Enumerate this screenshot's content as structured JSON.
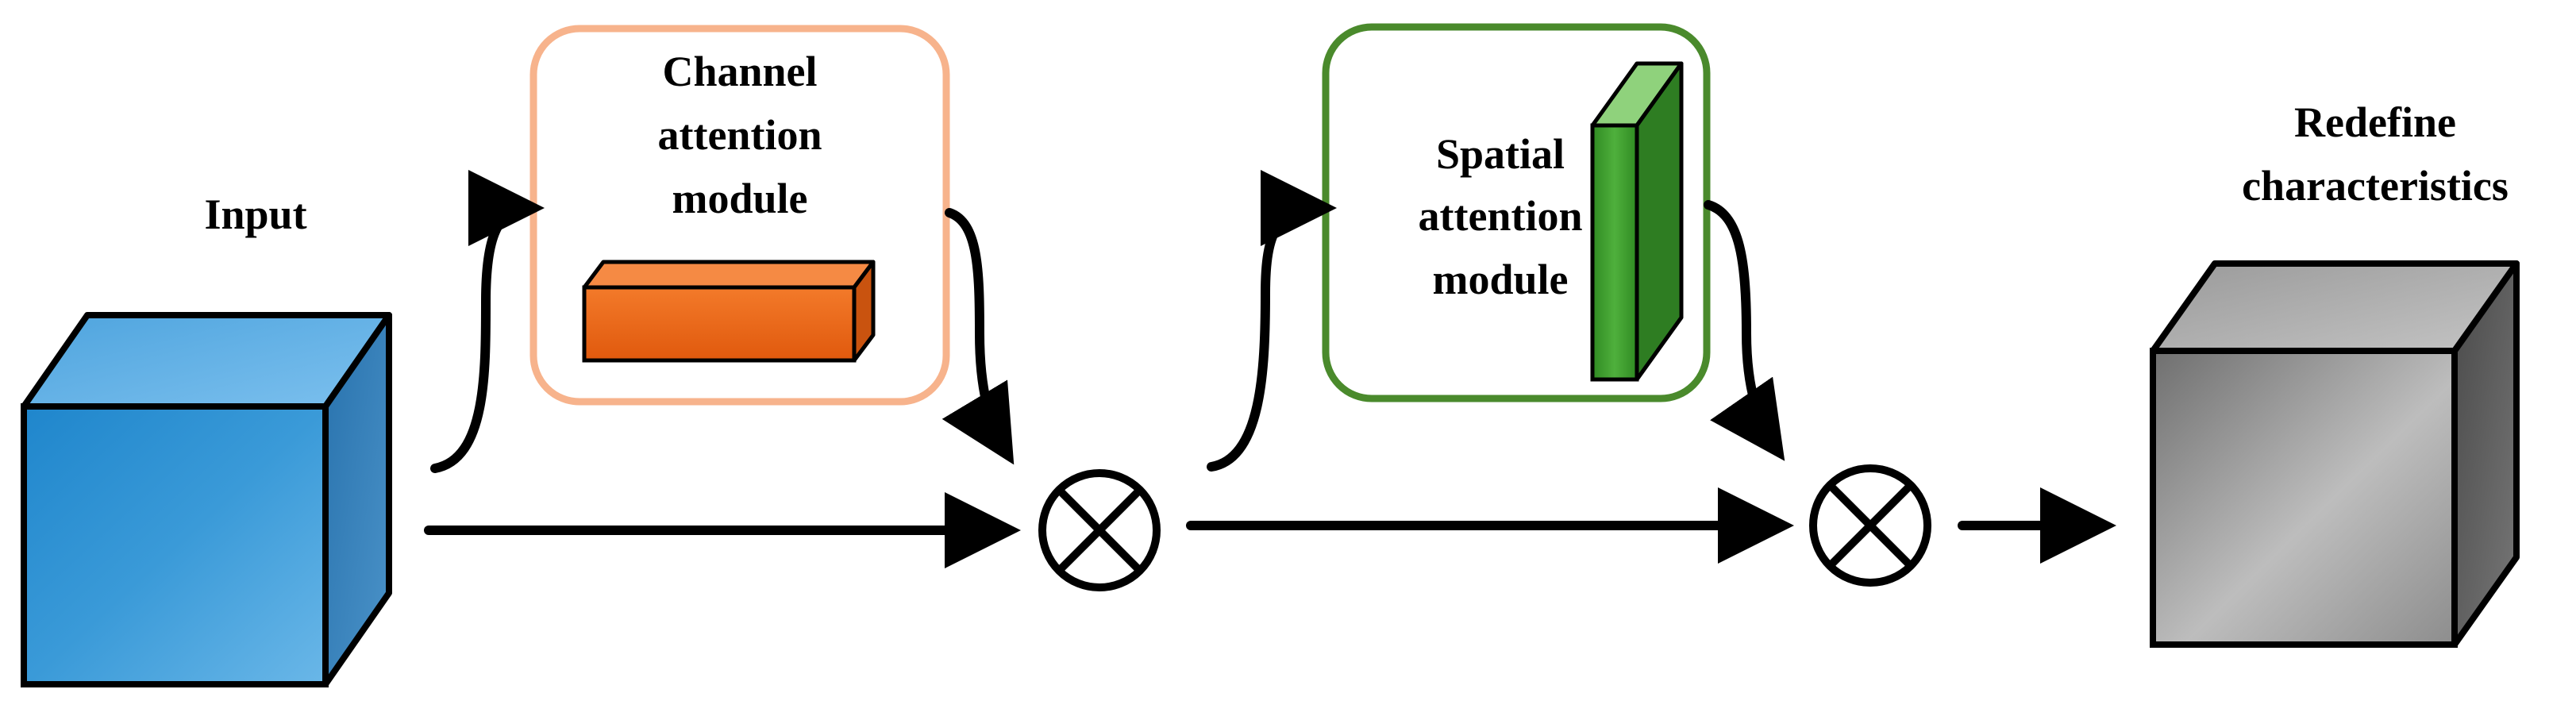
{
  "labels": {
    "input": "Input",
    "channel_line1": "Channel",
    "channel_line2": "attention",
    "channel_line3": "module",
    "spatial_line1": "Spatial",
    "spatial_line2": "attention",
    "spatial_line3": "module",
    "output_line1": "Redefine",
    "output_line2": "characteristics"
  },
  "colors": {
    "input_cube_front": "#2f8fd0",
    "input_cube_top": "#5aaae2",
    "input_cube_side": "#2a6fa8",
    "channel_box_border": "#f7b38c",
    "channel_block": "#ee6a1c",
    "spatial_box_border": "#4a8a2c",
    "spatial_block": "#3a9a2a",
    "output_cube_front": "#8a8a8a",
    "output_cube_top": "#a6a6a6",
    "output_cube_side": "#5e5e5e"
  },
  "icons": {
    "multiply_operator_1": "circled-times-icon",
    "multiply_operator_2": "circled-times-icon"
  }
}
